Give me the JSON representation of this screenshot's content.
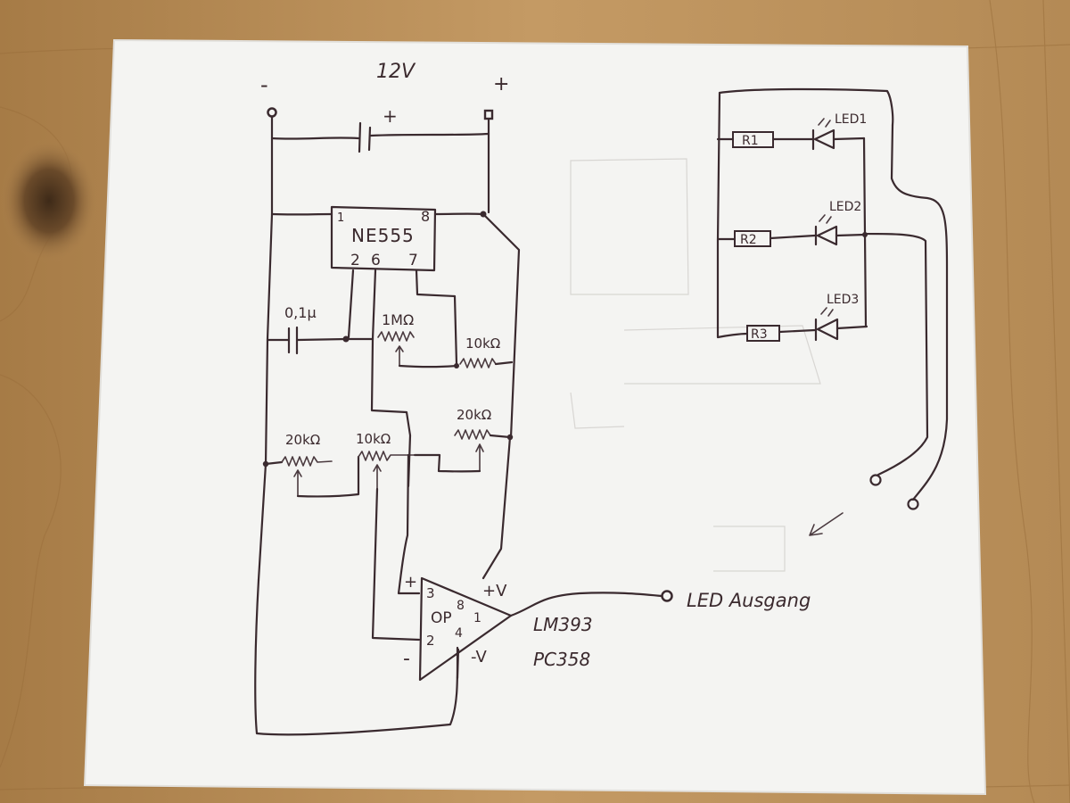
{
  "supply": {
    "voltage_label": "12V",
    "minus_label": "-",
    "plus_label": "+",
    "cap_plus_label": "+"
  },
  "timer": {
    "chip_label": "NE555",
    "pin1": "1",
    "pin8": "8",
    "pin2": "2",
    "pin6": "6",
    "pin7": "7"
  },
  "components": {
    "cap_label": "0,1µ",
    "pot_1m_label": "1MΩ",
    "res_10k_label": "10kΩ",
    "pot_20k_right_label": "20kΩ",
    "pot_20k_left_label": "20kΩ",
    "pot_10k_label": "10kΩ"
  },
  "opamp": {
    "label": "OP",
    "pin3": "3",
    "pin2": "2",
    "pin8": "8",
    "pin1": "1",
    "pin4": "4",
    "plus_in": "+",
    "minus_in": "-",
    "plus_v": "+V",
    "minus_v": "-V",
    "part1": "LM393",
    "part2": "PC358"
  },
  "output": {
    "label": "LED Ausgang"
  },
  "leds": [
    {
      "resistor": "R1",
      "led": "LED1"
    },
    {
      "resistor": "R2",
      "led": "LED2"
    },
    {
      "resistor": "R3",
      "led": "LED3"
    }
  ],
  "colors": {
    "wood": "#b98f5a",
    "paper": "#f3f3f1",
    "ink": "#3a2a2f"
  }
}
